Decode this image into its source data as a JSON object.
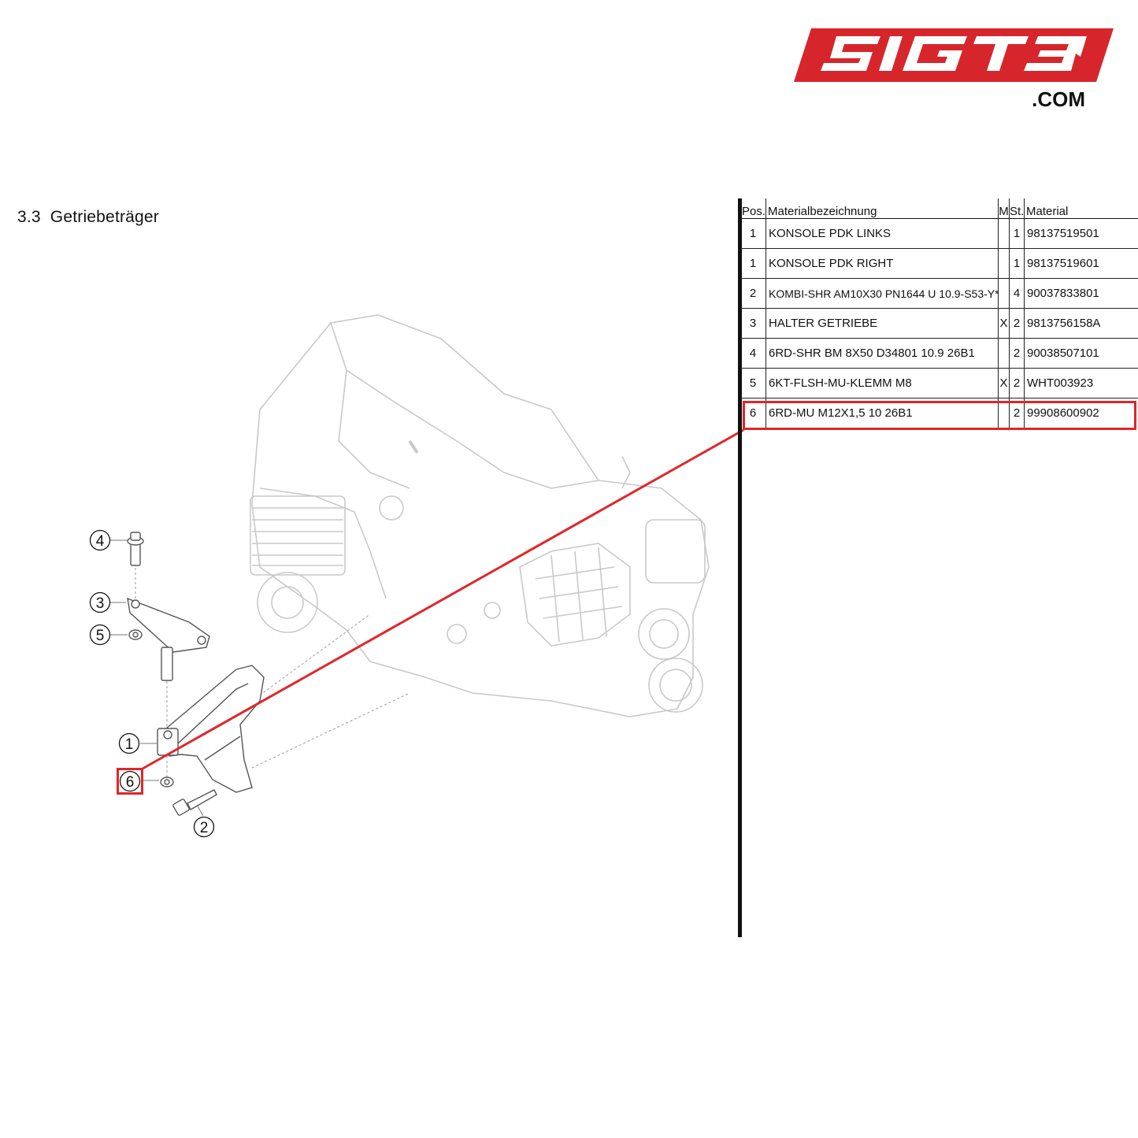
{
  "logo": {
    "brand": "SIGT3",
    "domain": ".COM",
    "color": "#d7262b"
  },
  "section": {
    "number": "3.3",
    "title": "Getriebeträger"
  },
  "table": {
    "headers": {
      "pos": "Pos.",
      "name": "Materialbezeichnung",
      "m": "M",
      "st": "St.",
      "material": "Material"
    },
    "rows": [
      {
        "pos": "1",
        "name": "KONSOLE PDK LINKS",
        "m": "",
        "st": "1",
        "material": "98137519501"
      },
      {
        "pos": "1",
        "name": "KONSOLE PDK RIGHT",
        "m": "",
        "st": "1",
        "material": "98137519601"
      },
      {
        "pos": "2",
        "name": "KOMBI-SHR AM10X30 PN1644 U 10.9-S53-Y*",
        "m": "",
        "st": "4",
        "material": "90037833801"
      },
      {
        "pos": "3",
        "name": "HALTER GETRIEBE",
        "m": "X",
        "st": "2",
        "material": "9813756158A"
      },
      {
        "pos": "4",
        "name": "6RD-SHR BM 8X50 D34801 10.9 26B1",
        "m": "",
        "st": "2",
        "material": "90038507101"
      },
      {
        "pos": "5",
        "name": "6KT-FLSH-MU-KLEMM M8",
        "m": "X",
        "st": "2",
        "material": "WHT003923"
      },
      {
        "pos": "6",
        "name": "6RD-MU M12X1,5 10 26B1",
        "m": "",
        "st": "2",
        "material": "99908600902"
      }
    ],
    "highlighted_row": 6,
    "highlight_color": "#e0262a"
  },
  "callouts": [
    "4",
    "3",
    "5",
    "1",
    "6",
    "2"
  ]
}
